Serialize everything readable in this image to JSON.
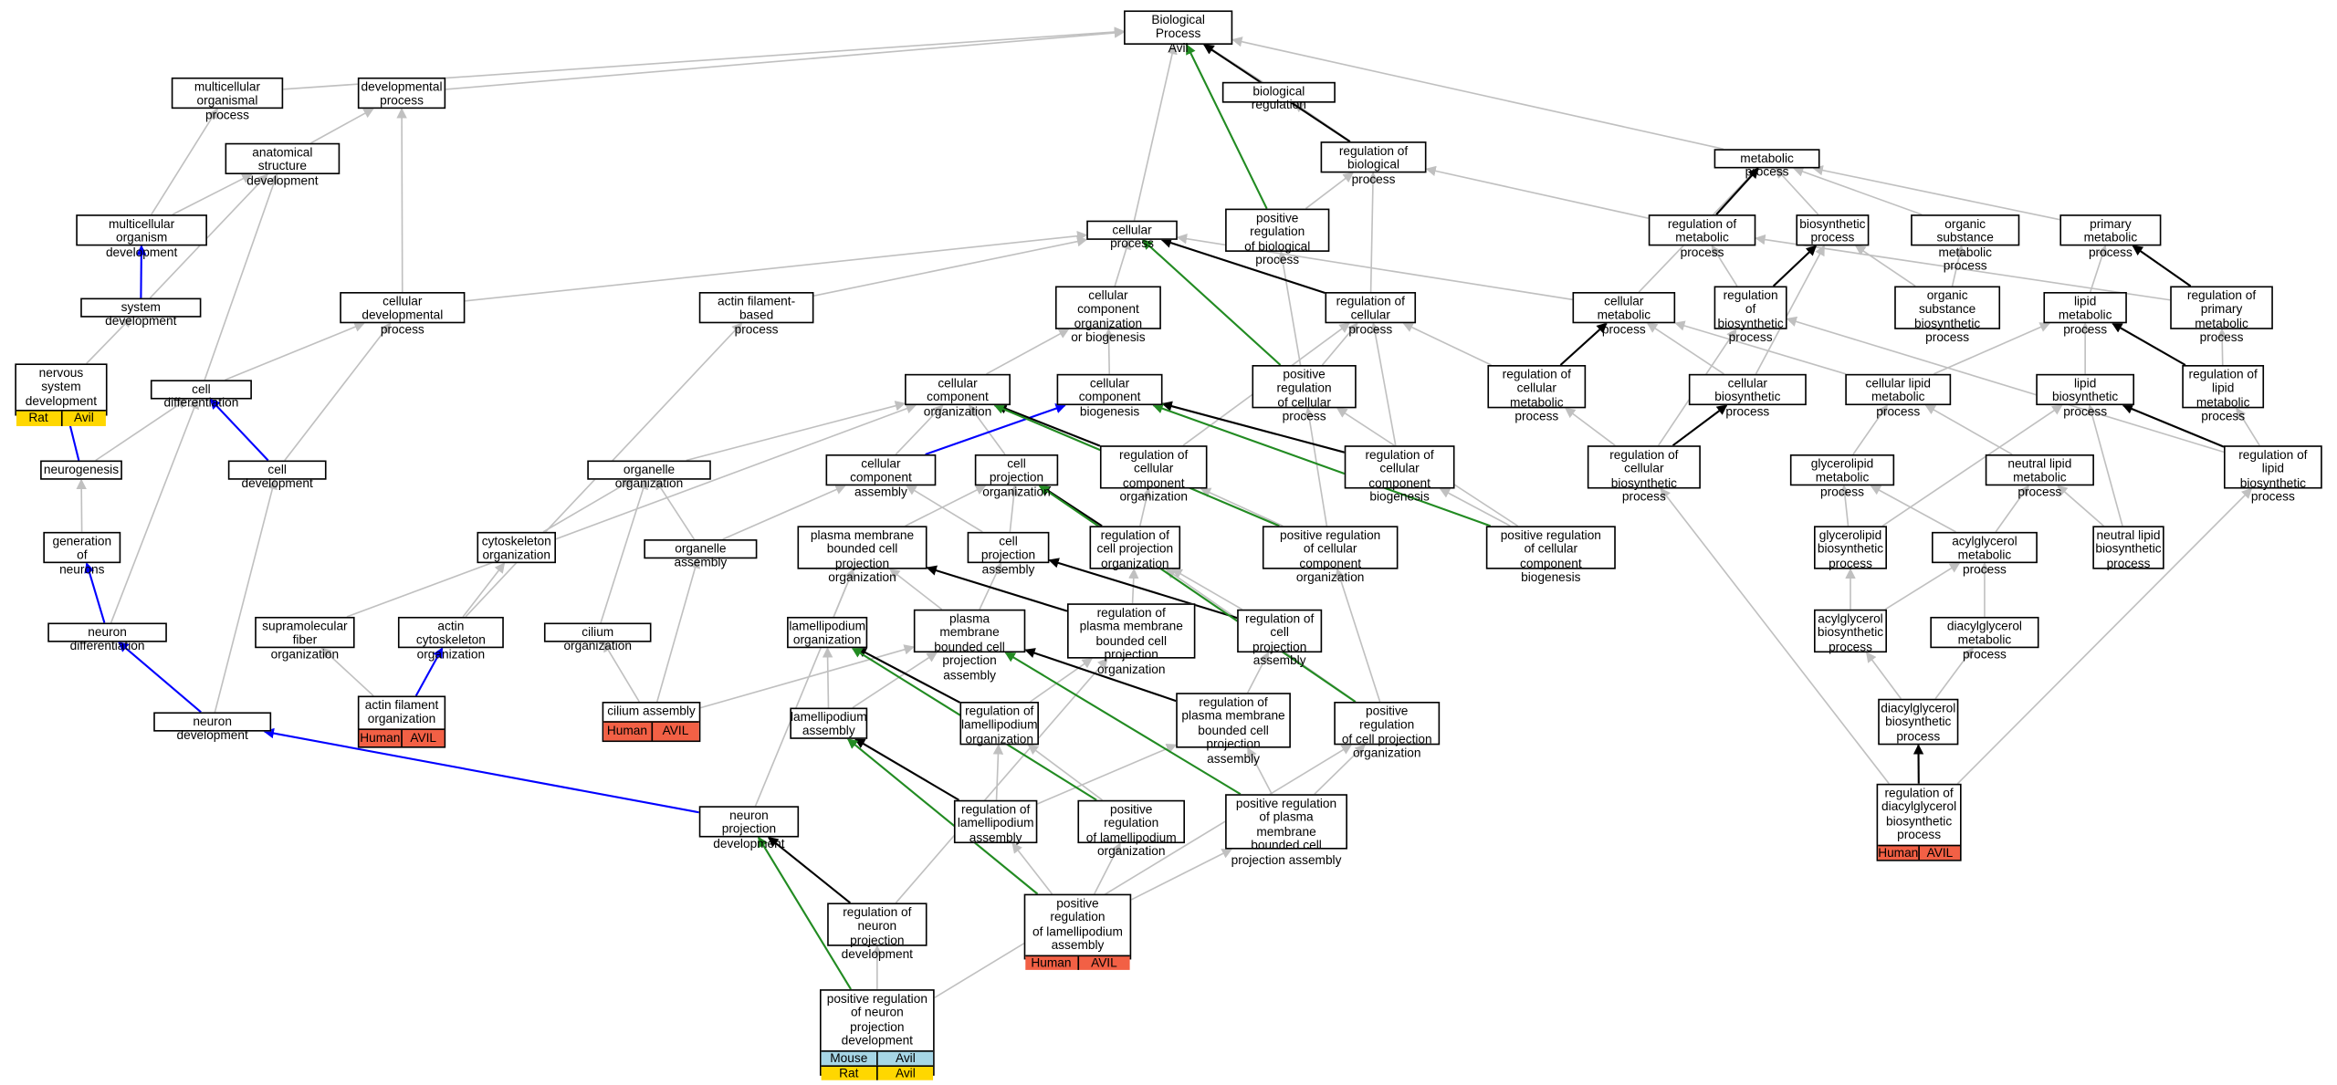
{
  "graph": {
    "colors": {
      "gray": "#c0c0c0",
      "black": "#000000",
      "blue": "#0000ff",
      "green": "#228b22",
      "human": "#f26045",
      "rat": "#ffd700",
      "mouse": "#a6d6e6"
    },
    "nodes": [
      {
        "id": "n01",
        "label": "Biological Process\nAvil"
      },
      {
        "id": "n02",
        "label": "multicellular\norganismal process"
      },
      {
        "id": "n03",
        "label": "developmental\nprocess"
      },
      {
        "id": "n04",
        "label": "biological regulation"
      },
      {
        "id": "n05",
        "label": "anatomical structure\ndevelopment"
      },
      {
        "id": "n06",
        "label": "regulation of\nbiological process"
      },
      {
        "id": "n07",
        "label": "metabolic process"
      },
      {
        "id": "n08",
        "label": "multicellular\norganism development"
      },
      {
        "id": "n09",
        "label": "cellular process"
      },
      {
        "id": "n10",
        "label": "positive regulation\nof biological\nprocess"
      },
      {
        "id": "n11",
        "label": "regulation of\nmetabolic process"
      },
      {
        "id": "n12",
        "label": "biosynthetic\nprocess"
      },
      {
        "id": "n13",
        "label": "organic substance\nmetabolic process"
      },
      {
        "id": "n14",
        "label": "primary metabolic\nprocess"
      },
      {
        "id": "n15",
        "label": "system development"
      },
      {
        "id": "n16",
        "label": "cellular developmental\nprocess"
      },
      {
        "id": "n17",
        "label": "actin filament-based\nprocess"
      },
      {
        "id": "n18",
        "label": "cellular component\norganization\nor biogenesis"
      },
      {
        "id": "n19",
        "label": "regulation of\ncellular process"
      },
      {
        "id": "n20",
        "label": "cellular metabolic\nprocess"
      },
      {
        "id": "n21",
        "label": "regulation of\nbiosynthetic\nprocess"
      },
      {
        "id": "n22",
        "label": "organic substance\nbiosynthetic\nprocess"
      },
      {
        "id": "n23",
        "label": "lipid metabolic\nprocess"
      },
      {
        "id": "n24",
        "label": "regulation of\nprimary metabolic\nprocess"
      },
      {
        "id": "n25",
        "label": "nervous system\ndevelopment",
        "rows": [
          [
            "Rat",
            "Avil"
          ]
        ],
        "rowColors": [
          "rat"
        ]
      },
      {
        "id": "n26",
        "label": "cell differentiation"
      },
      {
        "id": "n27",
        "label": "cellular component\norganization"
      },
      {
        "id": "n28",
        "label": "cellular component\nbiogenesis"
      },
      {
        "id": "n29",
        "label": "positive regulation\nof cellular\nprocess"
      },
      {
        "id": "n30",
        "label": "regulation of\ncellular metabolic\nprocess"
      },
      {
        "id": "n31",
        "label": "cellular biosynthetic\nprocess"
      },
      {
        "id": "n32",
        "label": "cellular lipid\nmetabolic process"
      },
      {
        "id": "n33",
        "label": "lipid biosynthetic\nprocess"
      },
      {
        "id": "n34",
        "label": "regulation of\nlipid metabolic\nprocess"
      },
      {
        "id": "n35",
        "label": "neurogenesis"
      },
      {
        "id": "n36",
        "label": "cell development"
      },
      {
        "id": "n37",
        "label": "organelle organization"
      },
      {
        "id": "n38",
        "label": "cellular component\nassembly"
      },
      {
        "id": "n39",
        "label": "cell projection\norganization"
      },
      {
        "id": "n40",
        "label": "regulation of\ncellular component\norganization"
      },
      {
        "id": "n41",
        "label": "regulation of\ncellular component\nbiogenesis"
      },
      {
        "id": "n42",
        "label": "regulation of\ncellular biosynthetic\nprocess"
      },
      {
        "id": "n43",
        "label": "glycerolipid\nmetabolic process"
      },
      {
        "id": "n44",
        "label": "neutral lipid\nmetabolic process"
      },
      {
        "id": "n45",
        "label": "regulation of\nlipid biosynthetic\nprocess"
      },
      {
        "id": "n46",
        "label": "generation of\nneurons"
      },
      {
        "id": "n47",
        "label": "cytoskeleton\norganization"
      },
      {
        "id": "n48",
        "label": "organelle assembly"
      },
      {
        "id": "n49",
        "label": "plasma membrane\nbounded cell\nprojection organization"
      },
      {
        "id": "n50",
        "label": "cell projection\nassembly"
      },
      {
        "id": "n51",
        "label": "regulation of\ncell projection\norganization"
      },
      {
        "id": "n52",
        "label": "positive regulation\nof cellular\ncomponent organization"
      },
      {
        "id": "n53",
        "label": "positive regulation\nof cellular\ncomponent biogenesis"
      },
      {
        "id": "n54",
        "label": "glycerolipid\nbiosynthetic\nprocess"
      },
      {
        "id": "n55",
        "label": "acylglycerol\nmetabolic process"
      },
      {
        "id": "n56",
        "label": "neutral lipid\nbiosynthetic\nprocess"
      },
      {
        "id": "n57",
        "label": "neuron differentiation"
      },
      {
        "id": "n58",
        "label": "supramolecular\nfiber organization"
      },
      {
        "id": "n59",
        "label": "actin cytoskeleton\norganization"
      },
      {
        "id": "n60",
        "label": "cilium organization"
      },
      {
        "id": "n61",
        "label": "lamellipodium\norganization"
      },
      {
        "id": "n62",
        "label": "plasma membrane\nbounded cell\nprojection assembly"
      },
      {
        "id": "n63",
        "label": "regulation of\nplasma membrane\nbounded cell\nprojection organization"
      },
      {
        "id": "n64",
        "label": "regulation of\ncell projection\nassembly"
      },
      {
        "id": "n65",
        "label": "acylglycerol\nbiosynthetic\nprocess"
      },
      {
        "id": "n66",
        "label": "diacylglycerol\nmetabolic process"
      },
      {
        "id": "n67",
        "label": "actin filament\norganization",
        "rows": [
          [
            "Human",
            "AVIL"
          ]
        ],
        "rowColors": [
          "human"
        ]
      },
      {
        "id": "n68",
        "label": "cilium assembly",
        "rows": [
          [
            "Human",
            "AVIL"
          ]
        ],
        "rowColors": [
          "human"
        ]
      },
      {
        "id": "n69",
        "label": "neuron development"
      },
      {
        "id": "n70",
        "label": "lamellipodium\nassembly"
      },
      {
        "id": "n71",
        "label": "regulation of\nlamellipodium\norganization"
      },
      {
        "id": "n72",
        "label": "regulation of\nplasma membrane\nbounded cell\nprojection assembly"
      },
      {
        "id": "n73",
        "label": "positive regulation\nof cell projection\norganization"
      },
      {
        "id": "n74",
        "label": "diacylglycerol\nbiosynthetic\nprocess"
      },
      {
        "id": "n75",
        "label": "neuron projection\ndevelopment"
      },
      {
        "id": "n76",
        "label": "regulation of\nlamellipodium\nassembly"
      },
      {
        "id": "n77",
        "label": "positive regulation\nof lamellipodium\norganization"
      },
      {
        "id": "n78",
        "label": "positive regulation\nof plasma membrane\nbounded cell\nprojection assembly"
      },
      {
        "id": "n79",
        "label": "regulation of\ndiacylglycerol\nbiosynthetic\nprocess",
        "rows": [
          [
            "Human",
            "AVIL"
          ]
        ],
        "rowColors": [
          "human"
        ]
      },
      {
        "id": "n80",
        "label": "regulation of\nneuron projection\ndevelopment"
      },
      {
        "id": "n81",
        "label": "positive regulation\nof lamellipodium\nassembly",
        "rows": [
          [
            "Human",
            "AVIL"
          ]
        ],
        "rowColors": [
          "human"
        ]
      },
      {
        "id": "n82",
        "label": "positive regulation\nof neuron projection\ndevelopment",
        "rows": [
          [
            "Mouse",
            "Avil"
          ],
          [
            "Rat",
            "Avil"
          ]
        ],
        "rowColors": [
          "mouse",
          "rat"
        ]
      }
    ],
    "edges": [
      [
        "n02",
        "n01",
        "gray"
      ],
      [
        "n03",
        "n01",
        "gray"
      ],
      [
        "n04",
        "n01",
        "gray"
      ],
      [
        "n06",
        "n01",
        "black"
      ],
      [
        "n07",
        "n01",
        "gray"
      ],
      [
        "n09",
        "n01",
        "gray"
      ],
      [
        "n10",
        "n01",
        "green"
      ],
      [
        "n05",
        "n03",
        "gray"
      ],
      [
        "n08",
        "n02",
        "gray"
      ],
      [
        "n08",
        "n05",
        "gray"
      ],
      [
        "n15",
        "n08",
        "blue"
      ],
      [
        "n15",
        "n05",
        "gray"
      ],
      [
        "n25",
        "n15",
        "gray"
      ],
      [
        "n35",
        "n25",
        "blue"
      ],
      [
        "n35",
        "n26",
        "gray"
      ],
      [
        "n46",
        "n35",
        "gray"
      ],
      [
        "n57",
        "n46",
        "blue"
      ],
      [
        "n57",
        "n26",
        "gray"
      ],
      [
        "n69",
        "n57",
        "blue"
      ],
      [
        "n69",
        "n36",
        "gray"
      ],
      [
        "n75",
        "n69",
        "blue"
      ],
      [
        "n26",
        "n16",
        "gray"
      ],
      [
        "n36",
        "n26",
        "blue"
      ],
      [
        "n36",
        "n16",
        "gray"
      ],
      [
        "n16",
        "n09",
        "gray"
      ],
      [
        "n16",
        "n03",
        "gray"
      ],
      [
        "n26",
        "n05",
        "gray"
      ],
      [
        "n06",
        "n04",
        "gray"
      ],
      [
        "n10",
        "n06",
        "gray"
      ],
      [
        "n19",
        "n06",
        "gray"
      ],
      [
        "n19",
        "n09",
        "black"
      ],
      [
        "n11",
        "n06",
        "gray"
      ],
      [
        "n11",
        "n07",
        "black"
      ],
      [
        "n12",
        "n07",
        "gray"
      ],
      [
        "n13",
        "n07",
        "gray"
      ],
      [
        "n14",
        "n07",
        "gray"
      ],
      [
        "n20",
        "n09",
        "gray"
      ],
      [
        "n20",
        "n07",
        "gray"
      ],
      [
        "n21",
        "n12",
        "black"
      ],
      [
        "n21",
        "n11",
        "gray"
      ],
      [
        "n22",
        "n12",
        "gray"
      ],
      [
        "n22",
        "n13",
        "gray"
      ],
      [
        "n23",
        "n14",
        "gray"
      ],
      [
        "n24",
        "n14",
        "black"
      ],
      [
        "n24",
        "n11",
        "gray"
      ],
      [
        "n17",
        "n09",
        "gray"
      ],
      [
        "n18",
        "n09",
        "gray"
      ],
      [
        "n27",
        "n18",
        "gray"
      ],
      [
        "n28",
        "n18",
        "gray"
      ],
      [
        "n29",
        "n19",
        "gray"
      ],
      [
        "n29",
        "n10",
        "gray"
      ],
      [
        "n29",
        "n09",
        "green"
      ],
      [
        "n30",
        "n19",
        "gray"
      ],
      [
        "n30",
        "n20",
        "black"
      ],
      [
        "n31",
        "n20",
        "gray"
      ],
      [
        "n31",
        "n12",
        "gray"
      ],
      [
        "n32",
        "n23",
        "gray"
      ],
      [
        "n32",
        "n20",
        "gray"
      ],
      [
        "n33",
        "n23",
        "gray"
      ],
      [
        "n34",
        "n23",
        "black"
      ],
      [
        "n34",
        "n24",
        "gray"
      ],
      [
        "n37",
        "n27",
        "gray"
      ],
      [
        "n38",
        "n28",
        "blue"
      ],
      [
        "n38",
        "n27",
        "gray"
      ],
      [
        "n39",
        "n27",
        "gray"
      ],
      [
        "n40",
        "n27",
        "black"
      ],
      [
        "n40",
        "n19",
        "gray"
      ],
      [
        "n41",
        "n28",
        "black"
      ],
      [
        "n41",
        "n19",
        "gray"
      ],
      [
        "n42",
        "n31",
        "black"
      ],
      [
        "n42",
        "n30",
        "gray"
      ],
      [
        "n42",
        "n21",
        "gray"
      ],
      [
        "n43",
        "n32",
        "gray"
      ],
      [
        "n44",
        "n32",
        "gray"
      ],
      [
        "n45",
        "n33",
        "black"
      ],
      [
        "n45",
        "n34",
        "gray"
      ],
      [
        "n45",
        "n21",
        "gray"
      ],
      [
        "n47",
        "n37",
        "gray"
      ],
      [
        "n48",
        "n37",
        "gray"
      ],
      [
        "n48",
        "n38",
        "gray"
      ],
      [
        "n49",
        "n39",
        "gray"
      ],
      [
        "n50",
        "n39",
        "gray"
      ],
      [
        "n50",
        "n38",
        "gray"
      ],
      [
        "n51",
        "n39",
        "black"
      ],
      [
        "n51",
        "n40",
        "gray"
      ],
      [
        "n52",
        "n40",
        "gray"
      ],
      [
        "n52",
        "n29",
        "gray"
      ],
      [
        "n52",
        "n27",
        "green"
      ],
      [
        "n53",
        "n41",
        "gray"
      ],
      [
        "n53",
        "n29",
        "gray"
      ],
      [
        "n53",
        "n28",
        "green"
      ],
      [
        "n54",
        "n43",
        "gray"
      ],
      [
        "n54",
        "n33",
        "gray"
      ],
      [
        "n55",
        "n43",
        "gray"
      ],
      [
        "n55",
        "n44",
        "gray"
      ],
      [
        "n56",
        "n44",
        "gray"
      ],
      [
        "n56",
        "n33",
        "gray"
      ],
      [
        "n58",
        "n27",
        "gray"
      ],
      [
        "n59",
        "n47",
        "gray"
      ],
      [
        "n59",
        "n17",
        "gray"
      ],
      [
        "n60",
        "n37",
        "gray"
      ],
      [
        "n61",
        "n49",
        "gray"
      ],
      [
        "n62",
        "n49",
        "gray"
      ],
      [
        "n62",
        "n50",
        "gray"
      ],
      [
        "n63",
        "n49",
        "black"
      ],
      [
        "n63",
        "n51",
        "gray"
      ],
      [
        "n64",
        "n50",
        "black"
      ],
      [
        "n64",
        "n51",
        "gray"
      ],
      [
        "n65",
        "n54",
        "gray"
      ],
      [
        "n65",
        "n55",
        "gray"
      ],
      [
        "n66",
        "n55",
        "gray"
      ],
      [
        "n67",
        "n59",
        "blue"
      ],
      [
        "n67",
        "n58",
        "gray"
      ],
      [
        "n68",
        "n60",
        "gray"
      ],
      [
        "n68",
        "n48",
        "gray"
      ],
      [
        "n68",
        "n62",
        "gray"
      ],
      [
        "n70",
        "n61",
        "gray"
      ],
      [
        "n70",
        "n62",
        "gray"
      ],
      [
        "n71",
        "n61",
        "black"
      ],
      [
        "n71",
        "n63",
        "gray"
      ],
      [
        "n72",
        "n62",
        "black"
      ],
      [
        "n72",
        "n64",
        "gray"
      ],
      [
        "n73",
        "n51",
        "gray"
      ],
      [
        "n73",
        "n52",
        "gray"
      ],
      [
        "n73",
        "n39",
        "green"
      ],
      [
        "n74",
        "n65",
        "gray"
      ],
      [
        "n74",
        "n66",
        "gray"
      ],
      [
        "n75",
        "n49",
        "gray"
      ],
      [
        "n76",
        "n70",
        "black"
      ],
      [
        "n76",
        "n71",
        "gray"
      ],
      [
        "n76",
        "n72",
        "gray"
      ],
      [
        "n77",
        "n71",
        "gray"
      ],
      [
        "n77",
        "n61",
        "green"
      ],
      [
        "n78",
        "n72",
        "gray"
      ],
      [
        "n78",
        "n73",
        "gray"
      ],
      [
        "n78",
        "n62",
        "green"
      ],
      [
        "n79",
        "n74",
        "black"
      ],
      [
        "n79",
        "n42",
        "gray"
      ],
      [
        "n79",
        "n45",
        "gray"
      ],
      [
        "n80",
        "n75",
        "black"
      ],
      [
        "n80",
        "n63",
        "gray"
      ],
      [
        "n81",
        "n76",
        "gray"
      ],
      [
        "n81",
        "n77",
        "gray"
      ],
      [
        "n81",
        "n78",
        "gray"
      ],
      [
        "n81",
        "n70",
        "green"
      ],
      [
        "n82",
        "n80",
        "gray"
      ],
      [
        "n82",
        "n73",
        "gray"
      ],
      [
        "n82",
        "n75",
        "green"
      ]
    ]
  }
}
